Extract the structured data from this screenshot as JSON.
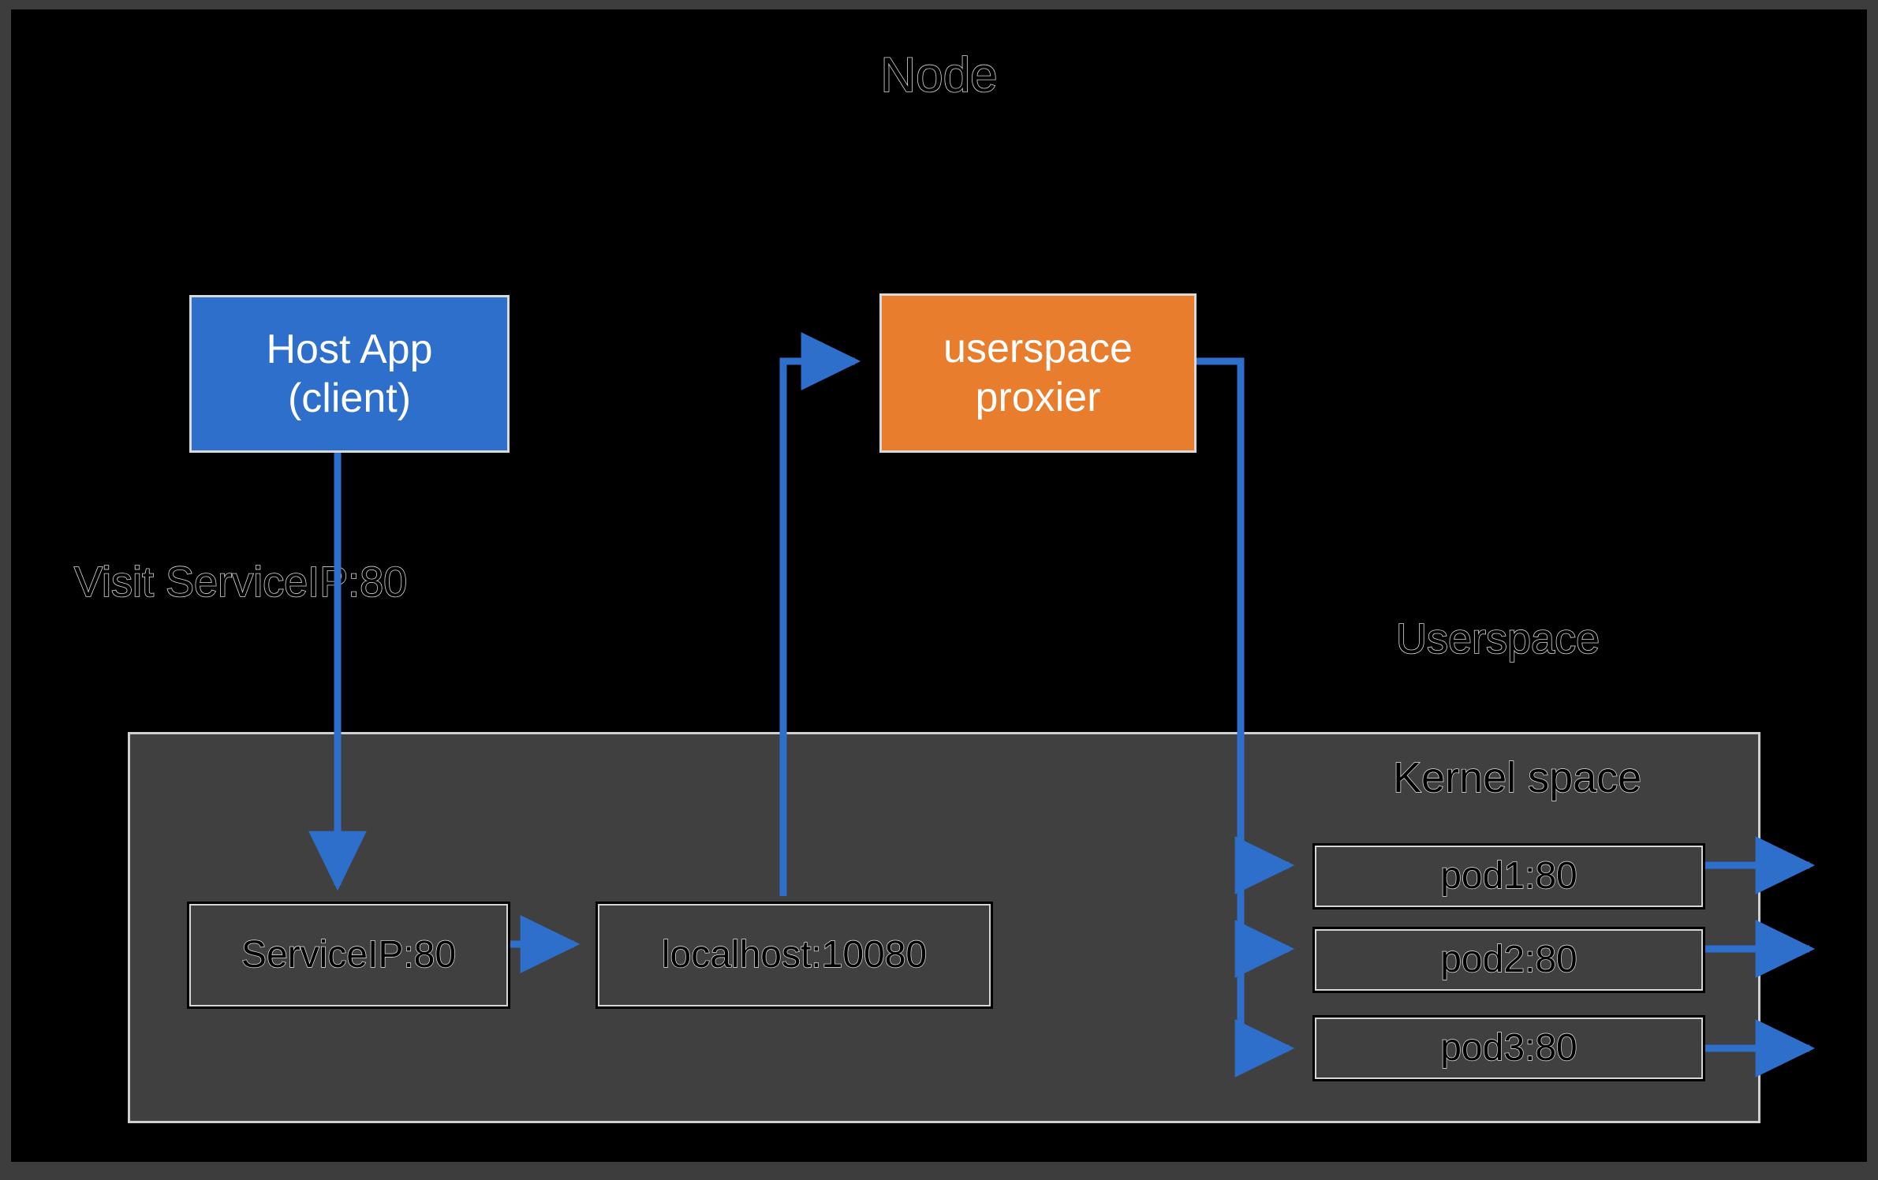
{
  "diagram": {
    "title": "Node",
    "subtitle_userspace": "Userspace",
    "subtitle_kernel": "Kernel space",
    "flow_label": "Visit ServiceIP:80"
  },
  "colors": {
    "canvas_frame": "#3d3d3d",
    "stage_background": "#000000",
    "panel_fill": "#404040",
    "panel_border": "#cfcfcf",
    "client_box": "#2E6FCC",
    "proxier_box": "#E87D2E",
    "connector": "#2E6FCC",
    "box_text_on_color": "#ffffff",
    "outline_text_stroke": "#d8d8d8"
  },
  "nodes": {
    "host_app": {
      "line1": "Host App",
      "line2": "(client)"
    },
    "userspace_proxier": {
      "line1": "userspace",
      "line2": "proxier"
    },
    "service_ip": "ServiceIP:80",
    "localhost": "localhost:10080",
    "pods": [
      {
        "label": "pod1:80"
      },
      {
        "label": "pod2:80"
      },
      {
        "label": "pod3:80"
      }
    ]
  }
}
